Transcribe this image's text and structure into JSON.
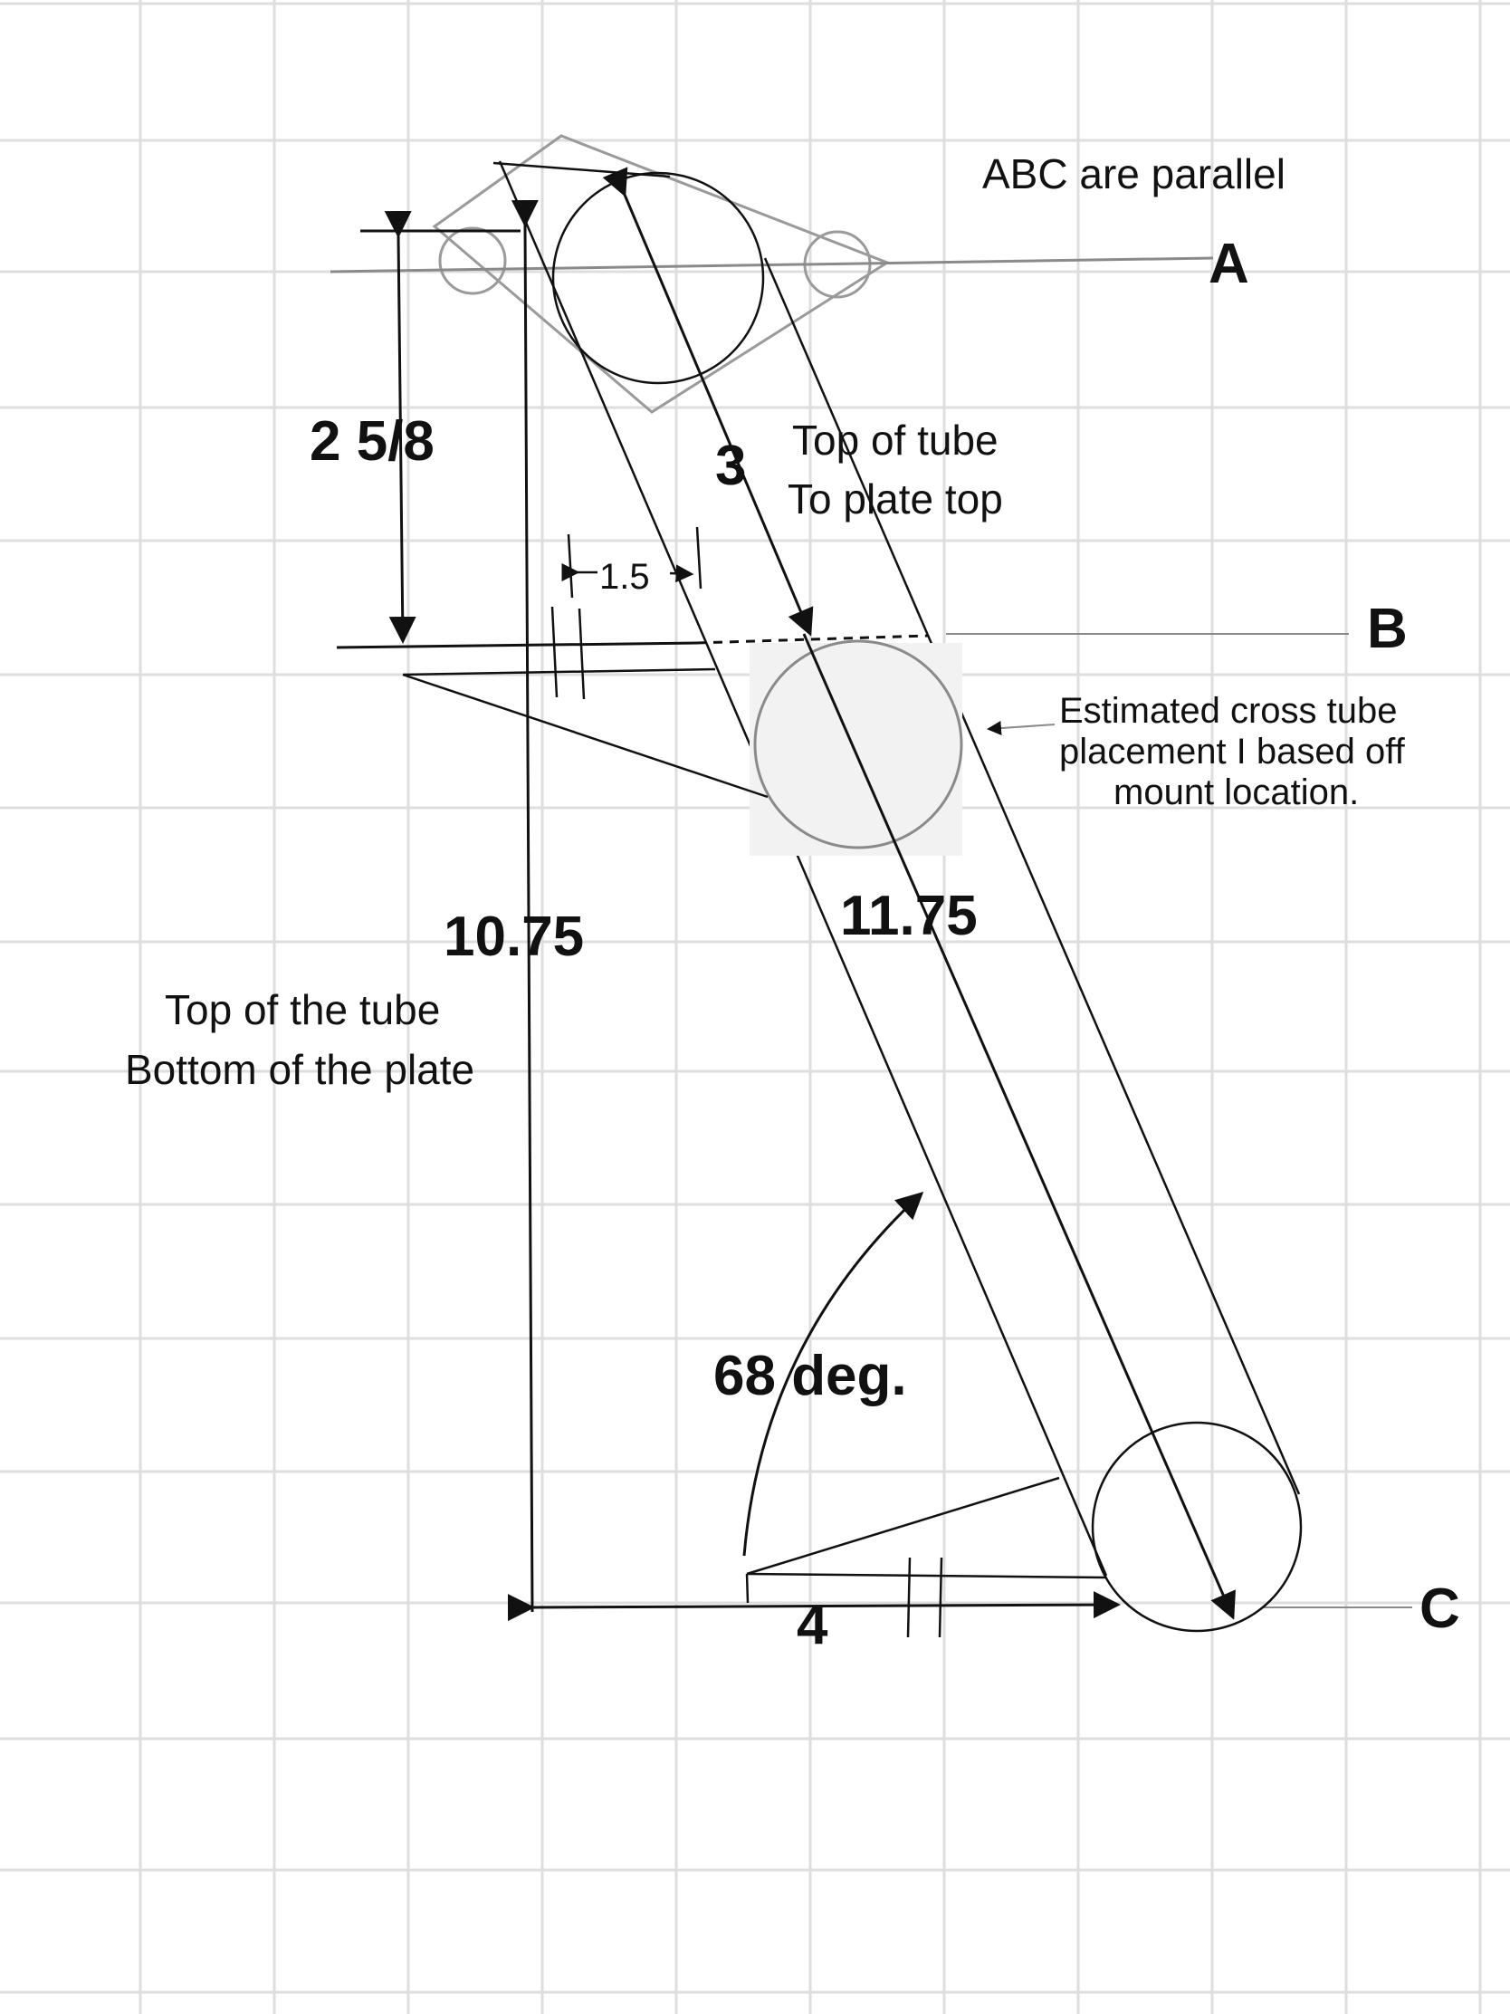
{
  "title": "ABC are parallel",
  "lines": {
    "a": "A",
    "b": "B",
    "c": "C"
  },
  "dimensions": {
    "plate_offset": "2 5/8",
    "tube_to_plate": "3",
    "gap": "1.5",
    "vertical_height": "10.75",
    "tube_length": "11.75",
    "base_width": "4",
    "angle": "68 deg."
  },
  "notes": {
    "tube_top_line1": "Top of tube",
    "tube_top_line2": "To plate top",
    "height_line1": "Top of the tube",
    "height_line2": "Bottom of the plate",
    "cross_tube_line1": "Estimated cross tube",
    "cross_tube_line2": "placement I based off",
    "cross_tube_line3": "mount location."
  },
  "colors": {
    "ink": "#111111",
    "grid": "#dedede",
    "faint": "#9a9a9a"
  }
}
